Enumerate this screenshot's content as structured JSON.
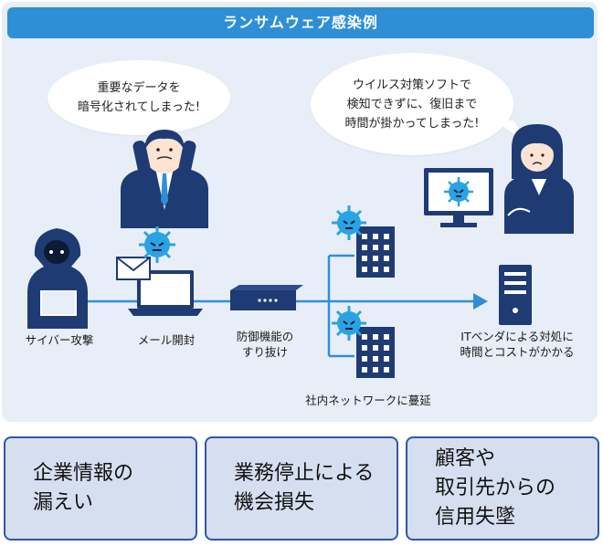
{
  "title": "ランサムウェア感染例",
  "bubbles": {
    "left": [
      "重要なデータを",
      "暗号化されてしまった!"
    ],
    "right": [
      "ウイルス対策ソフトで",
      "検知できずに、復旧まで",
      "時間が掛かってしまった!"
    ]
  },
  "nodes": {
    "attacker": "サイバー攻撃",
    "email": "メール開封",
    "firewall": [
      "防御機能の",
      "すり抜け"
    ],
    "network": "社内ネットワークに蔓延",
    "vendor": [
      "ITベンダによる対処に",
      "時間とコストがかかる"
    ]
  },
  "impacts": [
    [
      "企業情報の",
      "漏えい"
    ],
    [
      "業務停止による",
      "機会損失"
    ],
    [
      "顧客や",
      "取引先からの",
      "信用失墜"
    ]
  ],
  "colors": {
    "accent": "#2f8fd6",
    "dark_navy": "#1f3b73",
    "virus": "#29a3e3",
    "box_border": "#2e58a8",
    "box_fill": "#d6dff0",
    "panel": "#e8eef7"
  }
}
